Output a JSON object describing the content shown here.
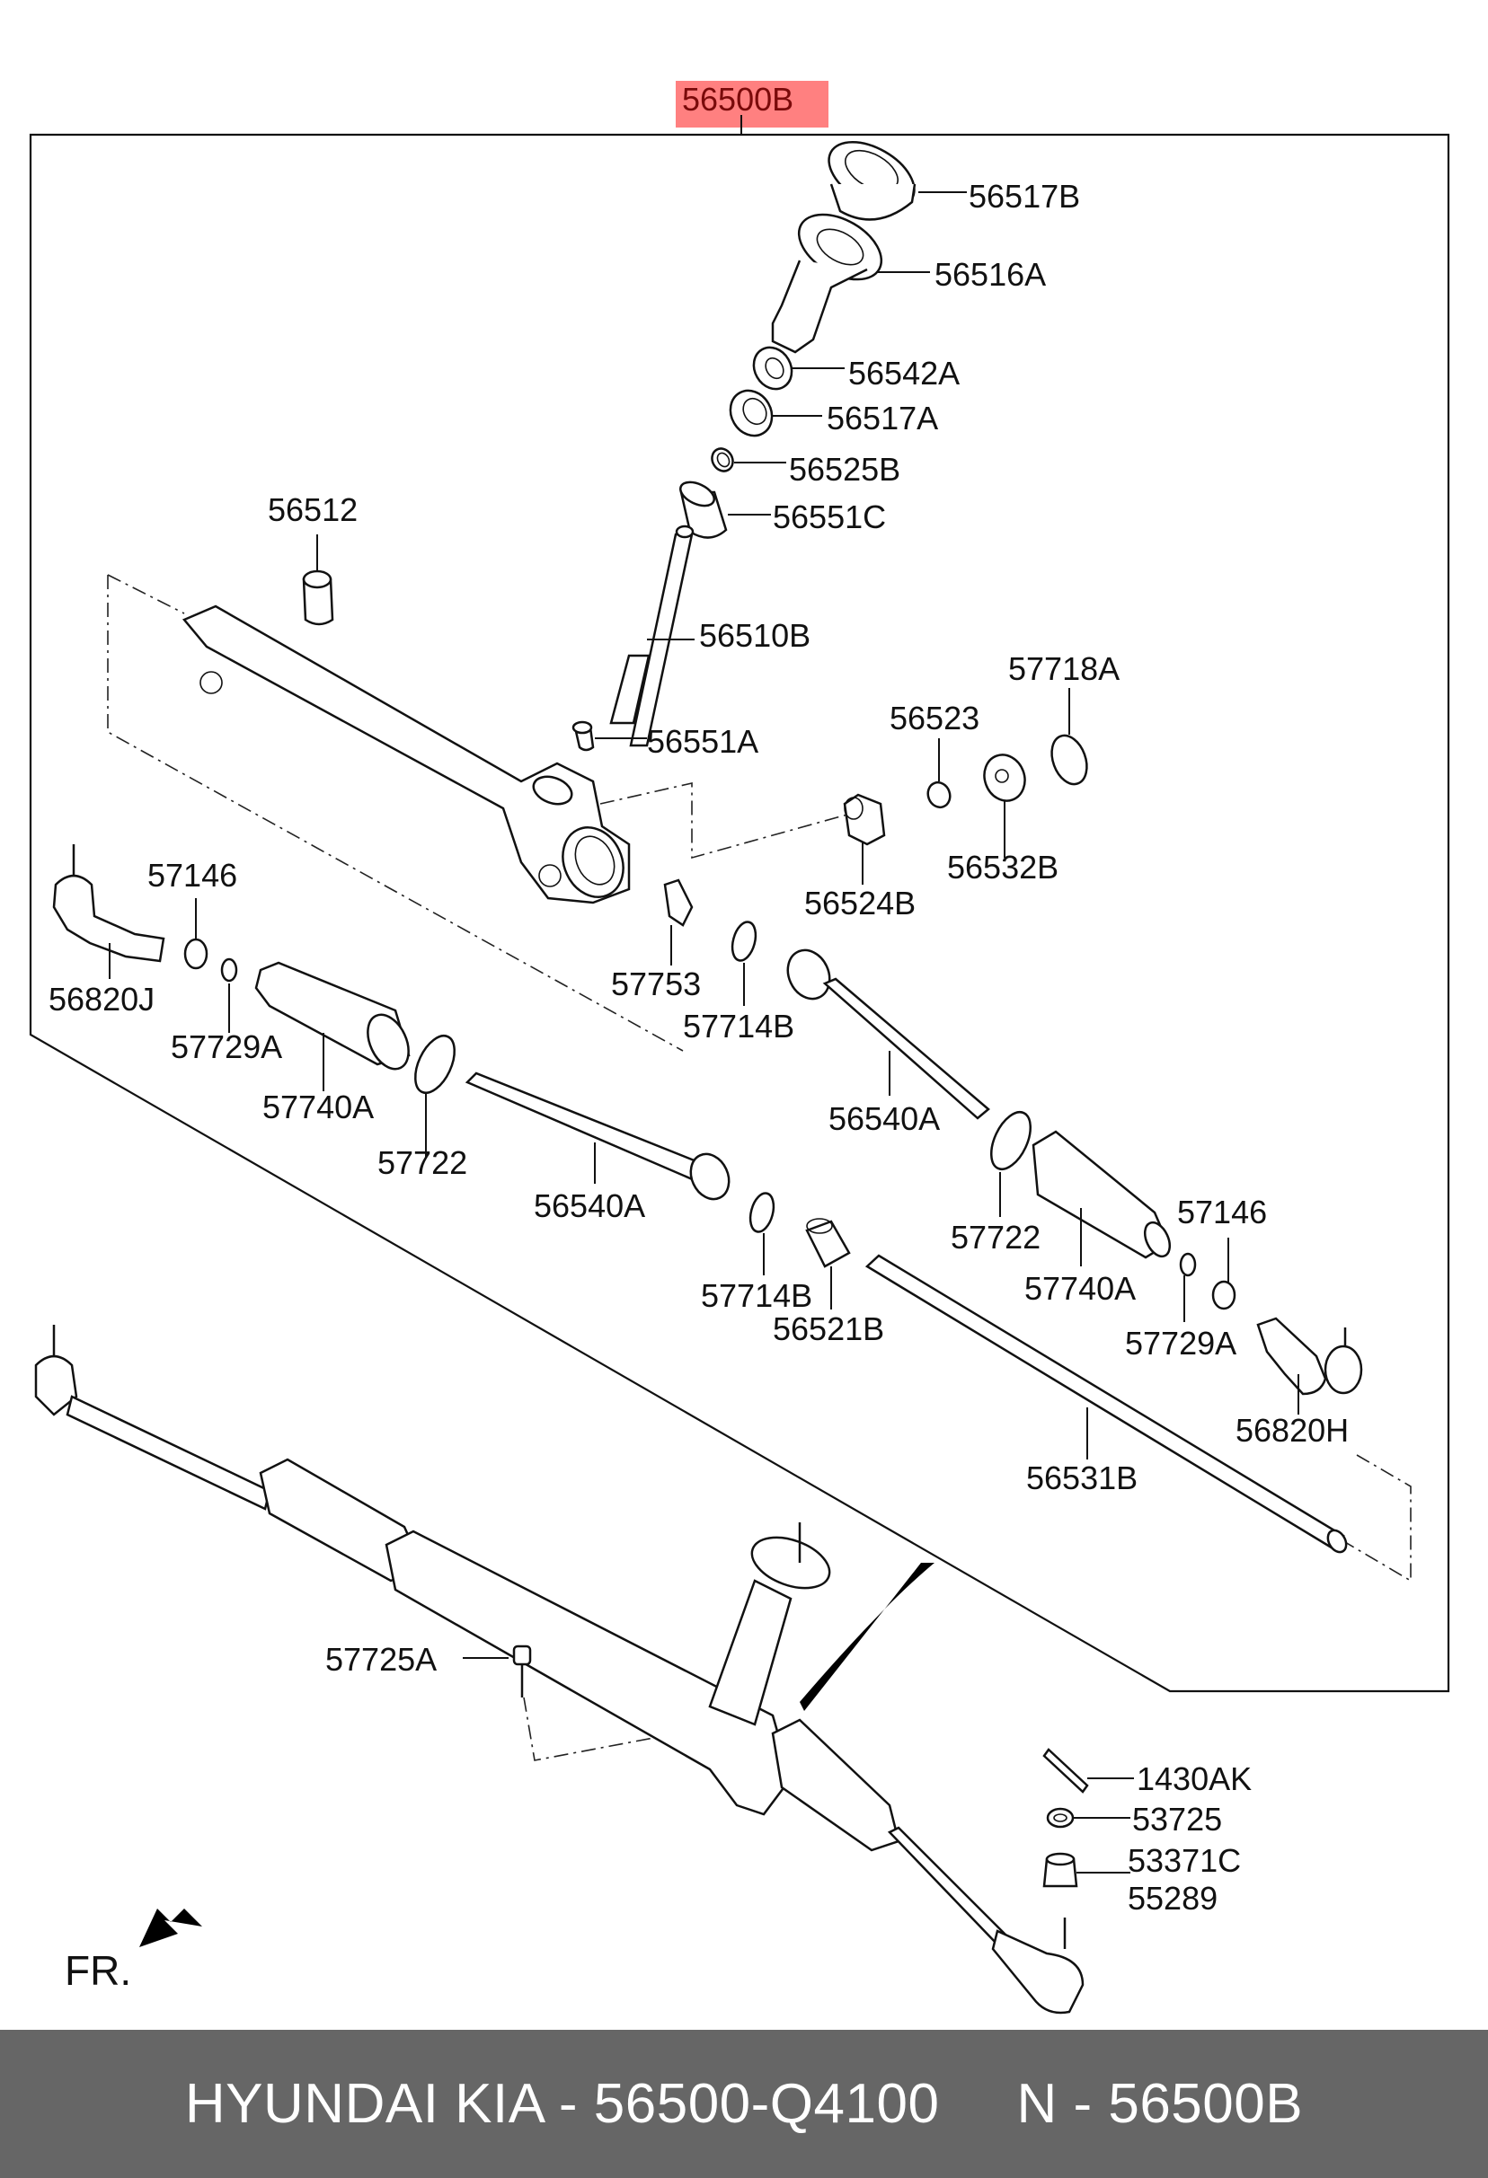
{
  "diagram": {
    "assembly_label": "56500B",
    "highlight_color": "#ff8080",
    "orientation_label": "FR.",
    "parts": [
      {
        "id": "56517B",
        "label": "56517B"
      },
      {
        "id": "56516A",
        "label": "56516A"
      },
      {
        "id": "56542A",
        "label": "56542A"
      },
      {
        "id": "56517A",
        "label": "56517A"
      },
      {
        "id": "56525B",
        "label": "56525B"
      },
      {
        "id": "56551C",
        "label": "56551C"
      },
      {
        "id": "56512",
        "label": "56512"
      },
      {
        "id": "56510B",
        "label": "56510B"
      },
      {
        "id": "57718A",
        "label": "57718A"
      },
      {
        "id": "56523",
        "label": "56523"
      },
      {
        "id": "56551A",
        "label": "56551A"
      },
      {
        "id": "56532B",
        "label": "56532B"
      },
      {
        "id": "56524B",
        "label": "56524B"
      },
      {
        "id": "57146-left",
        "label": "57146"
      },
      {
        "id": "56820J",
        "label": "56820J"
      },
      {
        "id": "57753",
        "label": "57753"
      },
      {
        "id": "57714B-upper",
        "label": "57714B"
      },
      {
        "id": "57729A-left",
        "label": "57729A"
      },
      {
        "id": "57740A-left",
        "label": "57740A"
      },
      {
        "id": "56540A-right",
        "label": "56540A"
      },
      {
        "id": "57722-left",
        "label": "57722"
      },
      {
        "id": "56540A-left",
        "label": "56540A"
      },
      {
        "id": "57722-right",
        "label": "57722"
      },
      {
        "id": "57146-right",
        "label": "57146"
      },
      {
        "id": "57740A-right",
        "label": "57740A"
      },
      {
        "id": "57714B-lower",
        "label": "57714B"
      },
      {
        "id": "56521B",
        "label": "56521B"
      },
      {
        "id": "57729A-right",
        "label": "57729A"
      },
      {
        "id": "56820H",
        "label": "56820H"
      },
      {
        "id": "56531B",
        "label": "56531B"
      },
      {
        "id": "57725A",
        "label": "57725A"
      },
      {
        "id": "1430AK",
        "label": "1430AK"
      },
      {
        "id": "53725",
        "label": "53725"
      },
      {
        "id": "53371C",
        "label": "53371C"
      },
      {
        "id": "55289",
        "label": "55289"
      }
    ]
  },
  "footer": {
    "background": "#666666",
    "part_number_text": "HYUNDAI KIA - 56500-Q4100",
    "ref_text": "N - 56500B"
  }
}
